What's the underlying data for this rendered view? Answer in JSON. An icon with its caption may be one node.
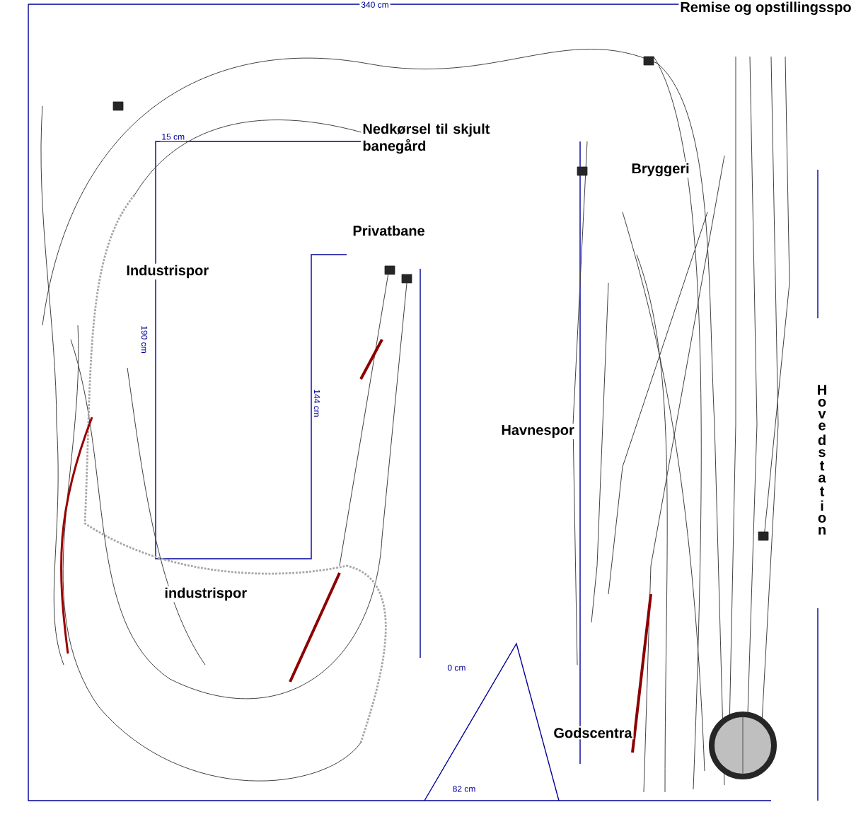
{
  "diagram": {
    "labels": [
      "340 cm",
      "Remise og opstillingsspo",
      "Nedkørsel til skjult banegård",
      "15 cm",
      "Industrispor",
      "190 cm",
      "Privatbane",
      "144 cm",
      "Bryggeri",
      "Havnespor",
      "Hovedstation",
      "industrispor",
      "0 cm",
      "82 cm",
      "Godscentra"
    ]
  }
}
